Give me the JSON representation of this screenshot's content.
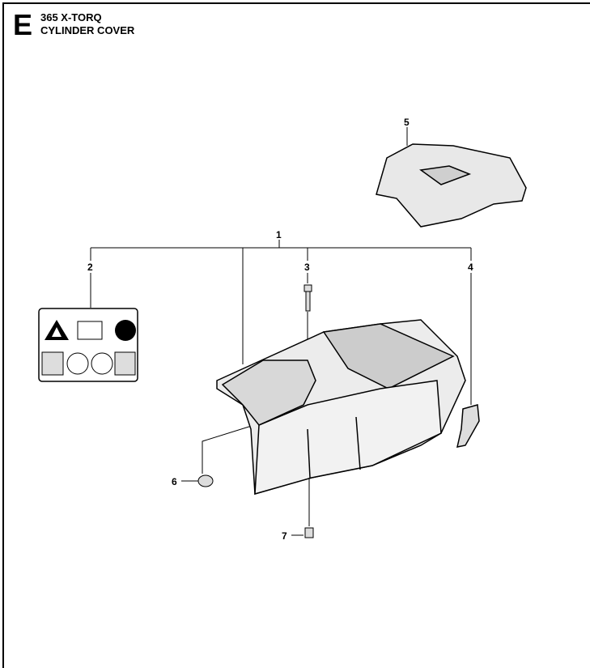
{
  "header": {
    "section_letter": "E",
    "model": "365 X-TORQ",
    "title": "CYLINDER COVER"
  },
  "callouts": [
    "1",
    "2",
    "3",
    "4",
    "5",
    "6",
    "7"
  ]
}
